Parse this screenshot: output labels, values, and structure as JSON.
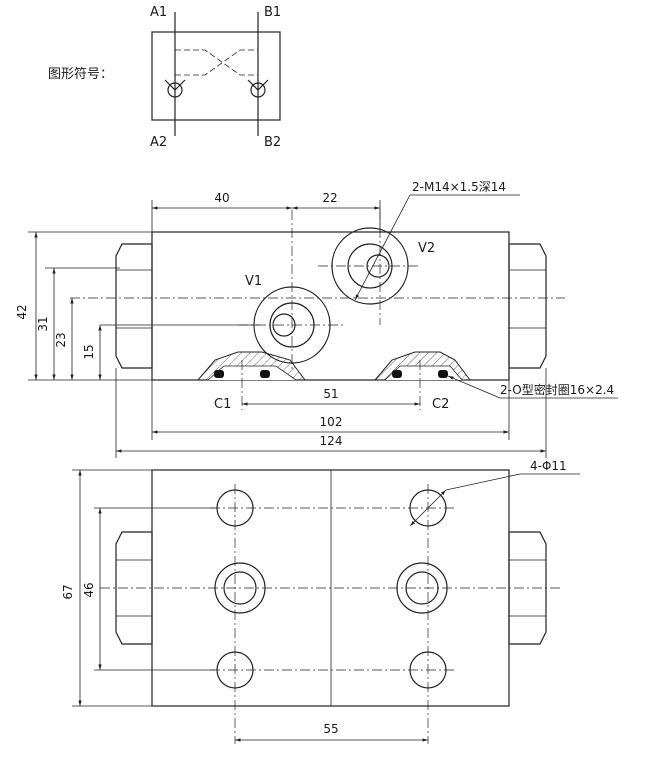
{
  "symbol": {
    "title": "图形符号：",
    "port_a1": "A1",
    "port_b1": "B1",
    "port_a2": "A2",
    "port_b2": "B2"
  },
  "front_view": {
    "dim_40": "40",
    "dim_22": "22",
    "callout_thread": "2-M14×1.5深14",
    "label_v1": "V1",
    "label_v2": "V2",
    "dim_42": "42",
    "dim_31": "31",
    "dim_23": "23",
    "dim_15": "15",
    "label_c1": "C1",
    "label_c2": "C2",
    "dim_51": "51",
    "callout_seal": "2-O型密封圈16×2.4",
    "dim_102": "102",
    "dim_124": "124"
  },
  "top_view": {
    "callout_holes": "4-Φ11",
    "dim_67": "67",
    "dim_46": "46",
    "dim_55": "55"
  }
}
